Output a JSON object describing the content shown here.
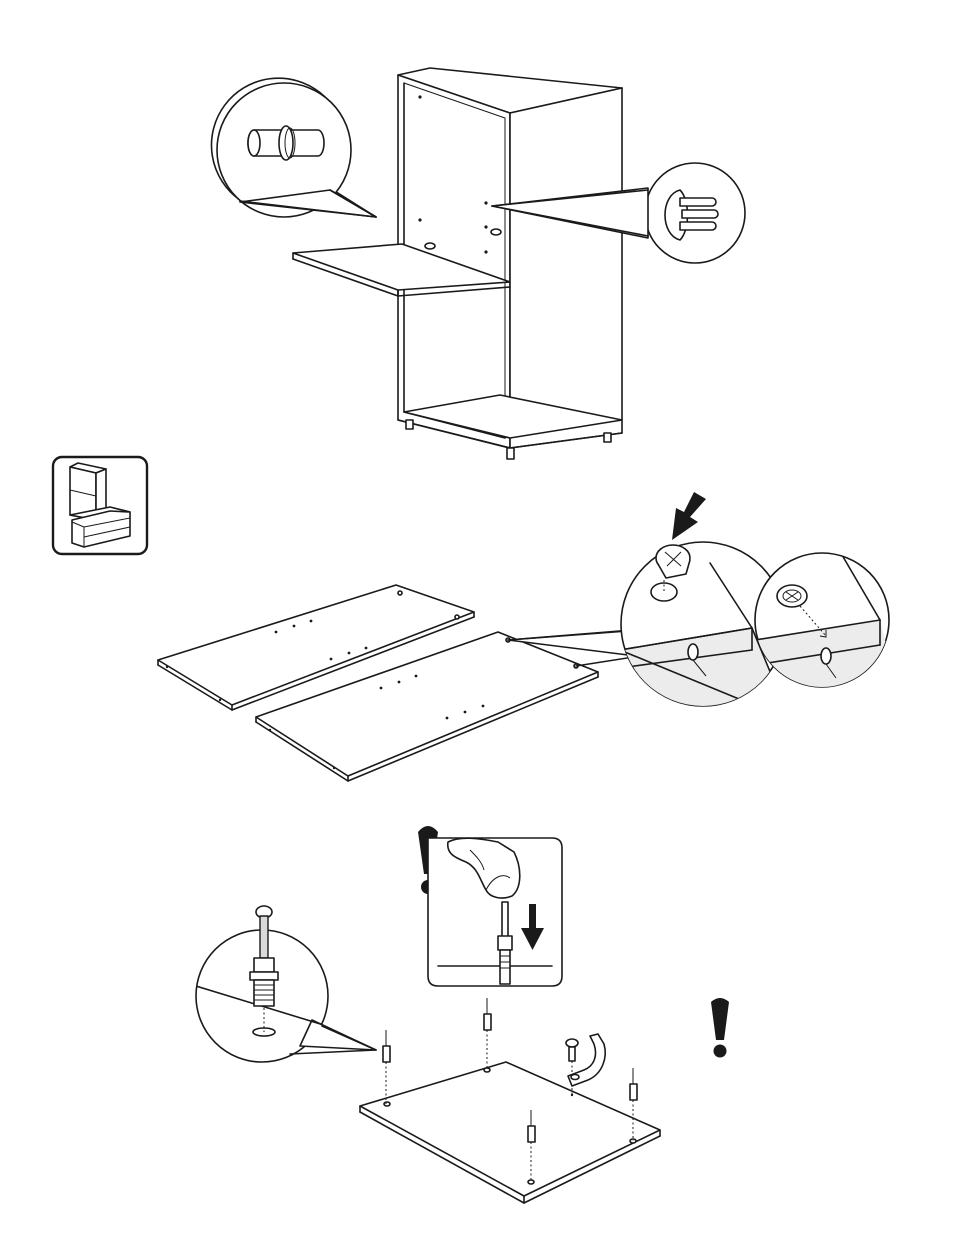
{
  "steps": [
    {
      "id": "install-shelf",
      "parts": [
        "cabinet",
        "shelf",
        "shelf-pin",
        "wooden-dowel"
      ]
    },
    {
      "id": "insert-cam-locks",
      "parts": [
        "side-panel-left",
        "side-panel-right",
        "cam-lock"
      ]
    },
    {
      "id": "attach-fittings",
      "parts": [
        "base-panel",
        "cam-bolt",
        "screw",
        "l-bracket"
      ]
    }
  ],
  "icons": {
    "overview": "furniture-overview-icon",
    "warning": "exclamation-warning-icon",
    "press": "press-arrow-icon"
  },
  "colors": {
    "line": "#1a1a1a",
    "fill": "#ffffff",
    "accent_fill": "#d9d9d9"
  }
}
